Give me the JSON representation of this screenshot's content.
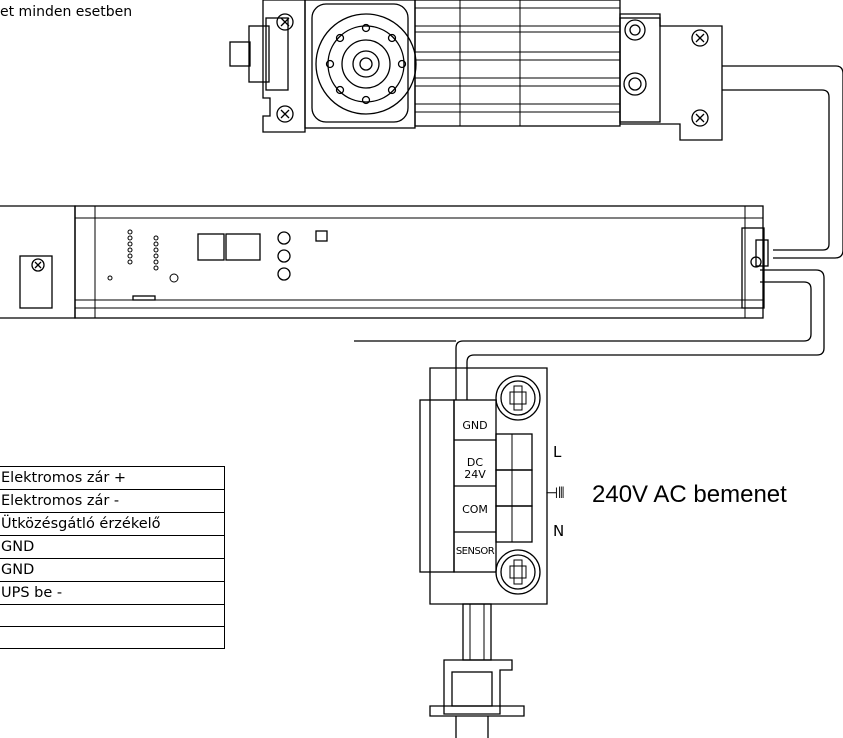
{
  "top_note": "et minden esetben",
  "terminal_block": {
    "labels": [
      "GND",
      "DC\n24V",
      "COM",
      "SENSOR"
    ]
  },
  "ac_input": {
    "label": "240V AC bemenet",
    "line_label": "L",
    "neutral_label": "N",
    "ground_symbol": "⊣⫴"
  },
  "pin_table": {
    "rows": [
      "Elektromos zár +",
      "Elektromos zár -",
      "Ütközésgátló érzékelő",
      "GND",
      "GND",
      "UPS be -",
      "",
      ""
    ]
  }
}
